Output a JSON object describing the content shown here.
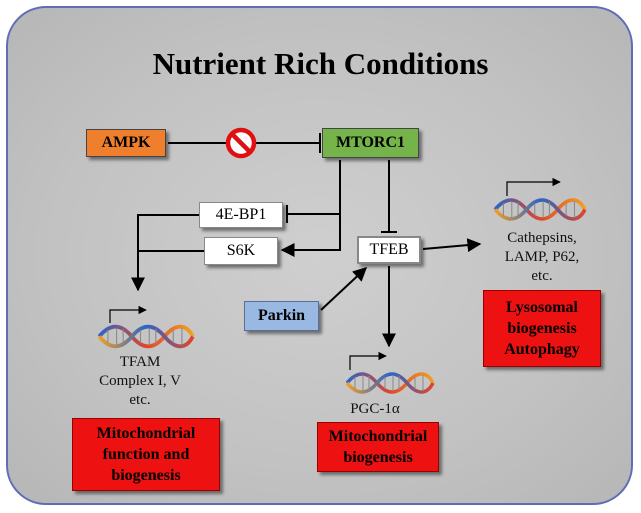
{
  "title": "Nutrient Rich Conditions",
  "nodes": {
    "ampk": "AMPK",
    "mtorc1": "MTORC1",
    "ebp1": "4E-BP1",
    "s6k": "S6K",
    "tfeb": "TFEB",
    "parkin": "Parkin"
  },
  "genes": {
    "left": [
      "TFAM",
      "Complex I, V",
      "etc."
    ],
    "middle": [
      "PGC-1α"
    ],
    "right": [
      "Cathepsins,",
      "LAMP, P62,",
      "etc."
    ]
  },
  "outcomes": {
    "left": [
      "Mitochondrial",
      "function and",
      "biogenesis"
    ],
    "middle": [
      "Mitochondrial",
      "biogenesis"
    ],
    "right": [
      "Lysosomal",
      "biogenesis",
      "Autophagy"
    ]
  },
  "colors": {
    "ampk": "#ef7f2d",
    "mtorc1": "#74b44a",
    "parkin": "#9ab9e2",
    "outcome": "#ee1111",
    "panel_border": "#5f6db8"
  },
  "icons": [
    "dna-helix-icon",
    "no-sign-icon",
    "promoter-arrow-icon"
  ]
}
